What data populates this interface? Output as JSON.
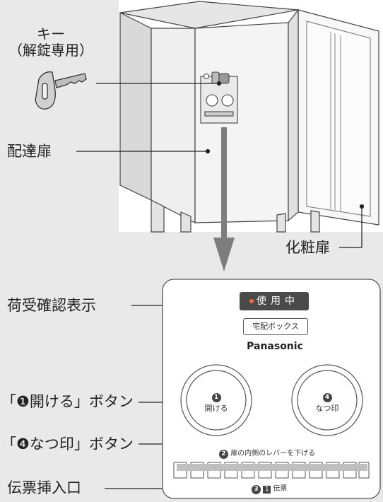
{
  "labels": {
    "key_line1": "キー",
    "key_line2": "（解錠専用）",
    "delivery_door": "配達扉",
    "decorative_door": "化粧扉",
    "receipt_indicator": "荷受確認表示",
    "open_button": "「❶開ける」ボタン",
    "stamp_button": "「❹なつ印」ボタン",
    "slip_slot": "伝票挿入口"
  },
  "panel": {
    "status_badge": "使用中",
    "product_name": "宅配ボックス",
    "brand": "Panasonic",
    "open_btn_num": "1",
    "open_btn_text": "開ける",
    "stamp_btn_num": "4",
    "stamp_btn_text": "なつ印",
    "lever_num": "2",
    "lever_text": "扉の内側のレバーを下げる",
    "slip_num": "3",
    "slip_sub_num": "1",
    "slip_text": "伝票"
  },
  "colors": {
    "background": "#e9e9e9",
    "badge": "#4a4a4a",
    "badge_dot": "#ff6a3a",
    "arrow": "#7d7d7d",
    "slot_strip": "#bfbfbf"
  }
}
